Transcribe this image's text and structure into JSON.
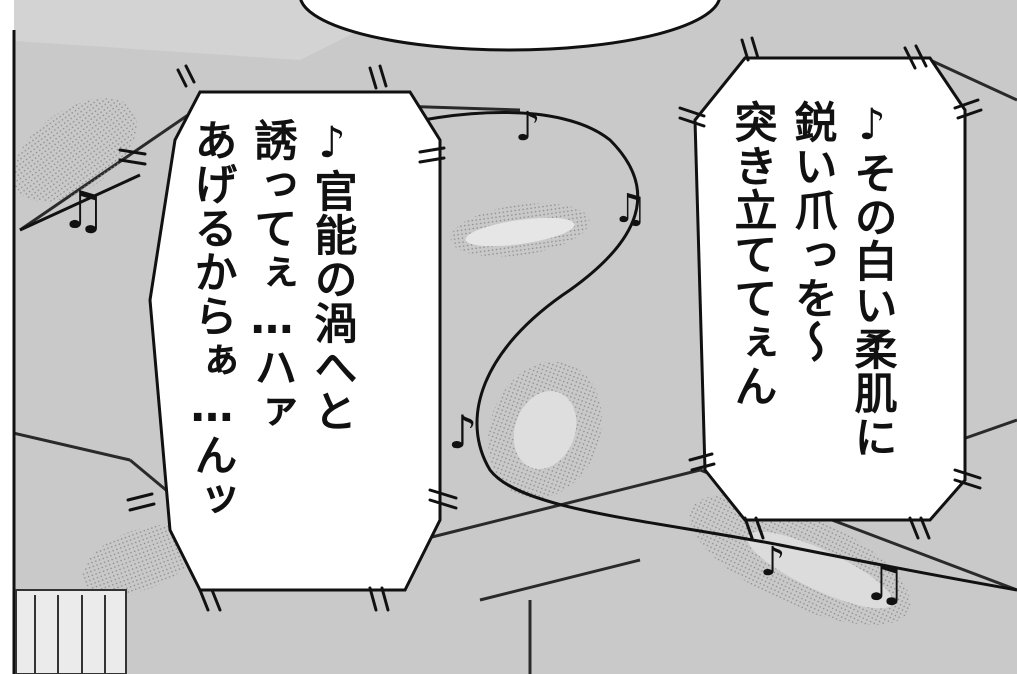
{
  "colors": {
    "wall": "#c9c9c9",
    "ink": "#111111",
    "bubble": "#ffffff",
    "light_streak": "#e6e6e6"
  },
  "bubbles": {
    "left": {
      "lines": [
        "♪官能の渦へと",
        "誘ってぇ…ハァ",
        "あげるからぁ…んッ"
      ]
    },
    "right": {
      "lines": [
        "♪その白い柔肌に",
        "鋭い爪っを〜",
        "突き立ててぇん"
      ]
    }
  },
  "music_notes": [
    "♪",
    "♫",
    "♪",
    "♫",
    "♪",
    "♫",
    "♪"
  ]
}
